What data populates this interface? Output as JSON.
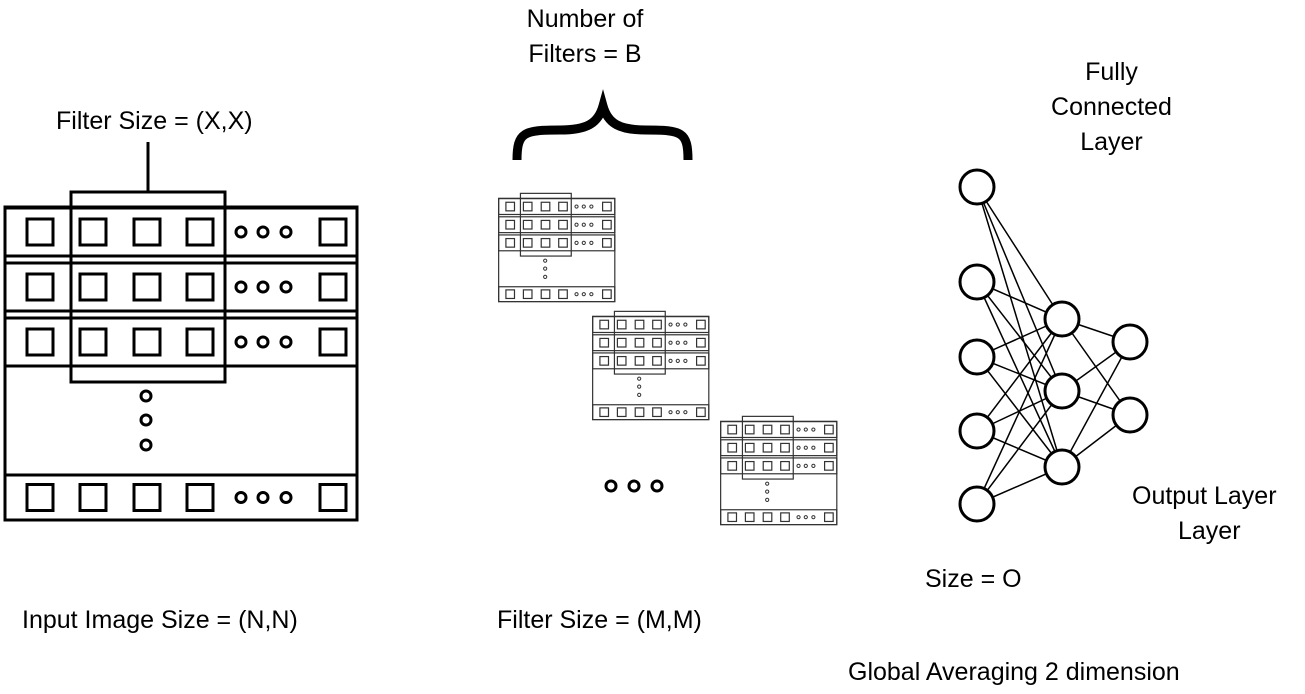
{
  "labels": {
    "filter_size_top": "Filter Size = (X,X)",
    "number_of_filters_line1": "Number of",
    "number_of_filters_line2": "Filters = B",
    "fully_connected_line1": "Fully",
    "fully_connected_line2": "Connected",
    "fully_connected_line3": "Layer",
    "output_layer_line1": "Output Layer",
    "output_layer_line2": "Layer",
    "size_o": "Size = O",
    "input_image_size": "Input Image Size = (N,N)",
    "filter_size_bottom": "Filter Size = (M,M)",
    "global_averaging": "Global Averaging 2 dimension"
  },
  "network": {
    "layer_node_counts": [
      5,
      3,
      2
    ]
  },
  "style": {
    "stroke_color": "#000000",
    "background": "#ffffff"
  }
}
